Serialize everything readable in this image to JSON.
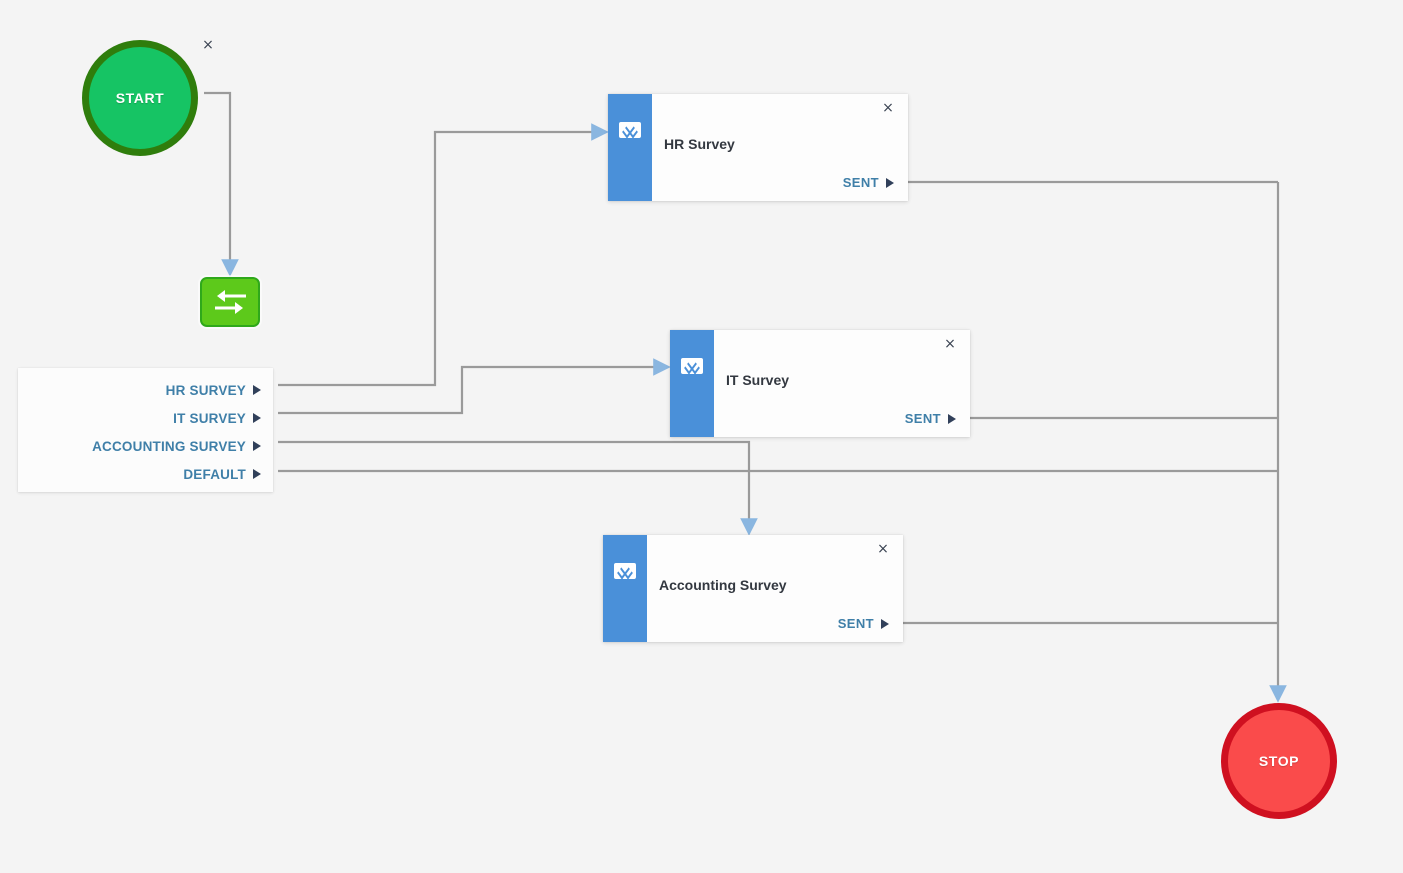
{
  "canvas": {
    "background": "#f4f4f4",
    "wire_color": "#9a9a9a",
    "arrow_color": "#8ab6e0"
  },
  "nodes": {
    "start": {
      "label": "START",
      "fill": "#16c464",
      "border": "#2f7d0c",
      "close_label": "×"
    },
    "stop": {
      "label": "STOP",
      "fill": "#fa4b4b",
      "border": "#cf1020"
    },
    "switch_action": {
      "icon": "switch-arrows-icon",
      "fill": "#5dc91b",
      "border": "#2fa81b"
    }
  },
  "branch_box": {
    "name": "branch-conditions",
    "rows": [
      {
        "label": "HR SURVEY",
        "port": "port-triangle-icon"
      },
      {
        "label": "IT SURVEY",
        "port": "port-triangle-icon"
      },
      {
        "label": "ACCOUNTING SURVEY",
        "port": "port-triangle-icon"
      },
      {
        "label": "DEFAULT",
        "port": "port-triangle-icon"
      }
    ],
    "label_color": "#3f7fa8"
  },
  "cards": [
    {
      "title": "HR Survey",
      "icon": "envelope-icon",
      "port_label": "SENT",
      "close_label": "×",
      "stripe_color": "#4a90d9"
    },
    {
      "title": "IT Survey",
      "icon": "envelope-icon",
      "port_label": "SENT",
      "close_label": "×",
      "stripe_color": "#4a90d9"
    },
    {
      "title": "Accounting Survey",
      "icon": "envelope-icon",
      "port_label": "SENT",
      "close_label": "×",
      "stripe_color": "#4a90d9"
    }
  ]
}
